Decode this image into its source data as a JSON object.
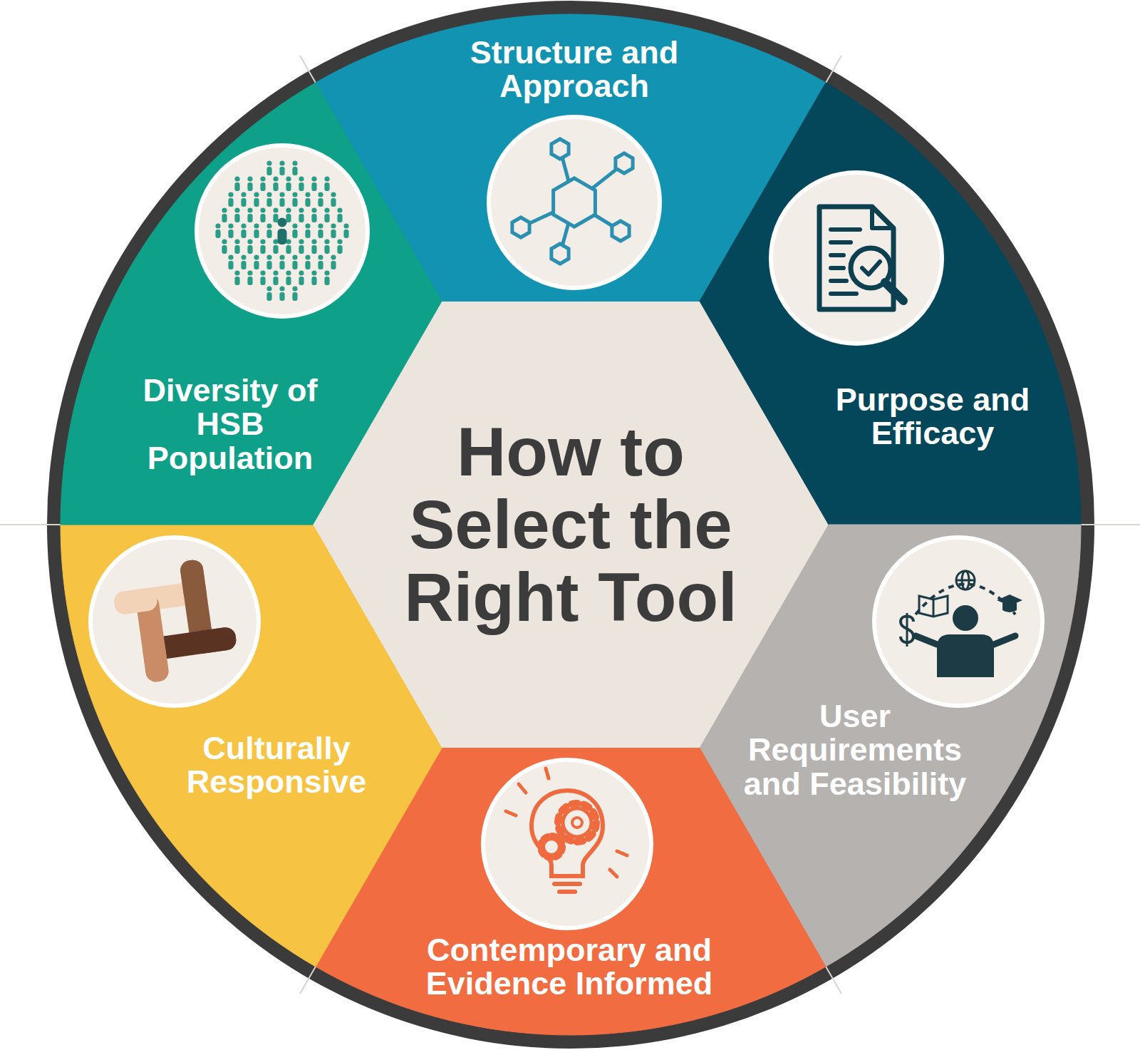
{
  "diagram": {
    "nodes": [
      {
        "text": [
          "How to Select the Right Tool"
        ]
      },
      {
        "text": [
          "Structure and Approach"
        ]
      },
      {
        "text": [
          "Purpose and Efficacy"
        ]
      },
      {
        "text": [
          "User Requirements and Feasibility"
        ]
      },
      {
        "text": [
          "Contemporary and Evidence Informed"
        ]
      },
      {
        "text": [
          "Culturally Responsive"
        ]
      },
      {
        "text": [
          "Diversity of HSB Population"
        ]
      }
    ]
  }
}
